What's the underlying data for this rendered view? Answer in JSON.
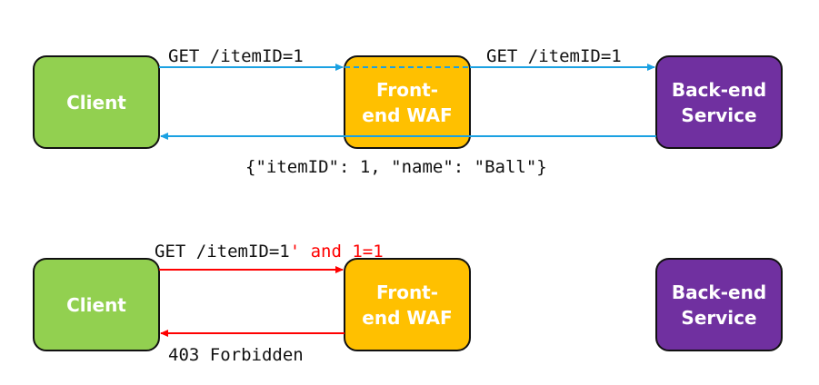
{
  "colors": {
    "client": "#92D050",
    "waf": "#FFC000",
    "backend": "#7030A0",
    "arrow_normal": "#1BA1E2",
    "arrow_blocked": "#FF0000",
    "text": "#111111",
    "payload": "#FF0000"
  },
  "top_flow": {
    "client": {
      "line1": "Client"
    },
    "waf": {
      "line1": "Front-",
      "line2": "end WAF"
    },
    "backend": {
      "line1": "Back-end",
      "line2": "Service"
    },
    "request_label": "GET /itemID=1",
    "forward_label": "GET /itemID=1",
    "response_label": "{\"itemID\": 1, \"name\": \"Ball\"}"
  },
  "bottom_flow": {
    "client": {
      "line1": "Client"
    },
    "waf": {
      "line1": "Front-",
      "line2": "end WAF"
    },
    "backend": {
      "line1": "Back-end",
      "line2": "Service"
    },
    "request_label_plain": "GET /itemID=1",
    "request_label_payload": "' and 1=1",
    "response_label": "403 Forbidden"
  }
}
